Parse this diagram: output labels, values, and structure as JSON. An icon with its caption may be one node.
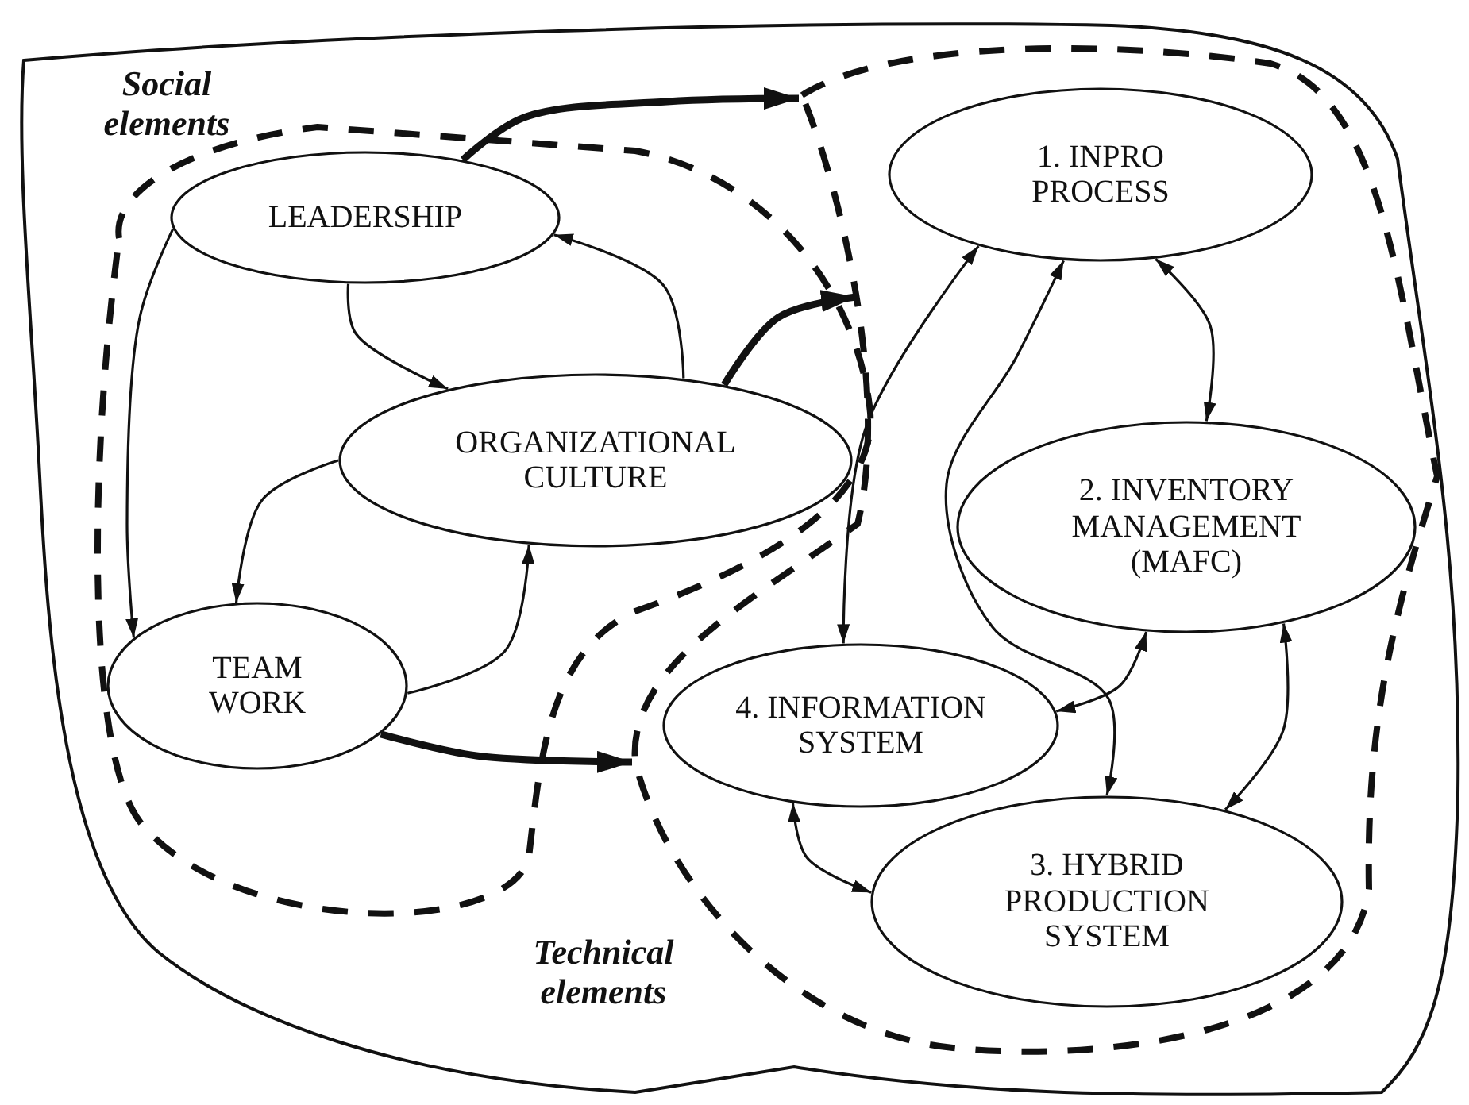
{
  "diagram": {
    "nodes": [
      {
        "text": [
          "Social elements"
        ]
      },
      {
        "text": [
          "LEADERSHIP"
        ],
        "in": 0
      },
      {
        "text": [
          "ORGANIZATIONAL CULTURE"
        ],
        "in": 0
      },
      {
        "text": [
          "TEAM WORK"
        ],
        "in": 0
      },
      {
        "text": [
          "Technical elements"
        ]
      },
      {
        "text": [
          "1. INPRO PROCESS"
        ],
        "in": 4
      },
      {
        "text": [
          "2. INVENTORY MANAGEMENT (MAFC)"
        ],
        "in": 4
      },
      {
        "text": [
          "4. INFORMATION SYSTEM"
        ],
        "in": 4
      },
      {
        "text": [
          "3. HYBRID PRODUCTION SYSTEM"
        ],
        "in": 4
      }
    ],
    "edges": [
      {
        "from": 1,
        "to": 3,
        "arrow": "to"
      },
      {
        "from": 1,
        "to": 2,
        "arrow": "to"
      },
      {
        "from": 2,
        "to": 1,
        "arrow": "to"
      },
      {
        "from": 2,
        "to": 3,
        "arrow": "to"
      },
      {
        "from": 3,
        "to": 2,
        "arrow": "to"
      },
      {
        "from": 1,
        "to": 4,
        "arrow": "to",
        "style": "thick"
      },
      {
        "from": 2,
        "to": 4,
        "arrow": "to",
        "style": "thick"
      },
      {
        "from": 3,
        "to": 4,
        "arrow": "to",
        "style": "thick"
      },
      {
        "from": 7,
        "to": 5,
        "arrow": "both"
      },
      {
        "from": 5,
        "to": 6,
        "arrow": "both"
      },
      {
        "from": 5,
        "to": 8,
        "arrow": "both"
      },
      {
        "from": 6,
        "to": 7,
        "arrow": "both"
      },
      {
        "from": 6,
        "to": 8,
        "arrow": "both"
      },
      {
        "from": 7,
        "to": 8,
        "arrow": "both"
      }
    ]
  }
}
